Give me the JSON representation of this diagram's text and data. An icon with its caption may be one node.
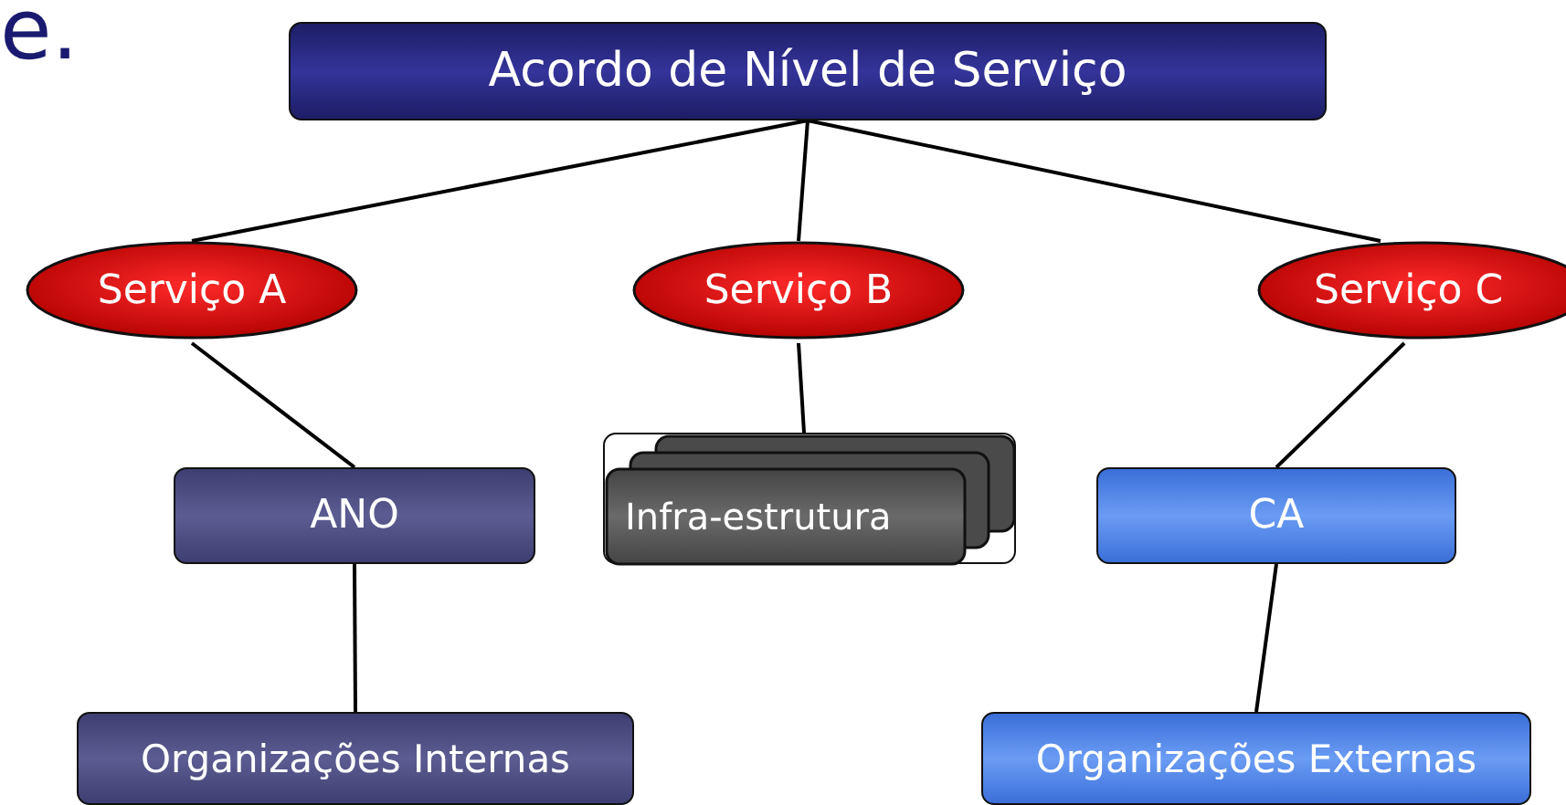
{
  "diagram": {
    "nodes": [
      {
        "text": [
          "Acordo de Nível de Serviço"
        ]
      },
      {
        "text": [
          "Serviço A"
        ]
      },
      {
        "text": [
          "Serviço B"
        ]
      },
      {
        "text": [
          "Serviço C"
        ]
      },
      {
        "text": [
          "ANO"
        ]
      },
      {
        "text": [
          "Infra-estrutura"
        ]
      },
      {
        "text": [
          "CA"
        ]
      },
      {
        "text": [
          "Organizações Internas"
        ]
      },
      {
        "text": [
          "Organizações Externas"
        ]
      }
    ],
    "edges": [
      {
        "from": 0,
        "to": 1,
        "arrow": "none"
      },
      {
        "from": 0,
        "to": 2,
        "arrow": "none"
      },
      {
        "from": 0,
        "to": 3,
        "arrow": "none"
      },
      {
        "from": 1,
        "to": 4,
        "arrow": "none"
      },
      {
        "from": 2,
        "to": 5,
        "arrow": "none"
      },
      {
        "from": 3,
        "to": 6,
        "arrow": "none"
      },
      {
        "from": 4,
        "to": 7,
        "arrow": "none"
      },
      {
        "from": 6,
        "to": 8,
        "arrow": "none"
      }
    ],
    "labels": [
      "e."
    ]
  }
}
